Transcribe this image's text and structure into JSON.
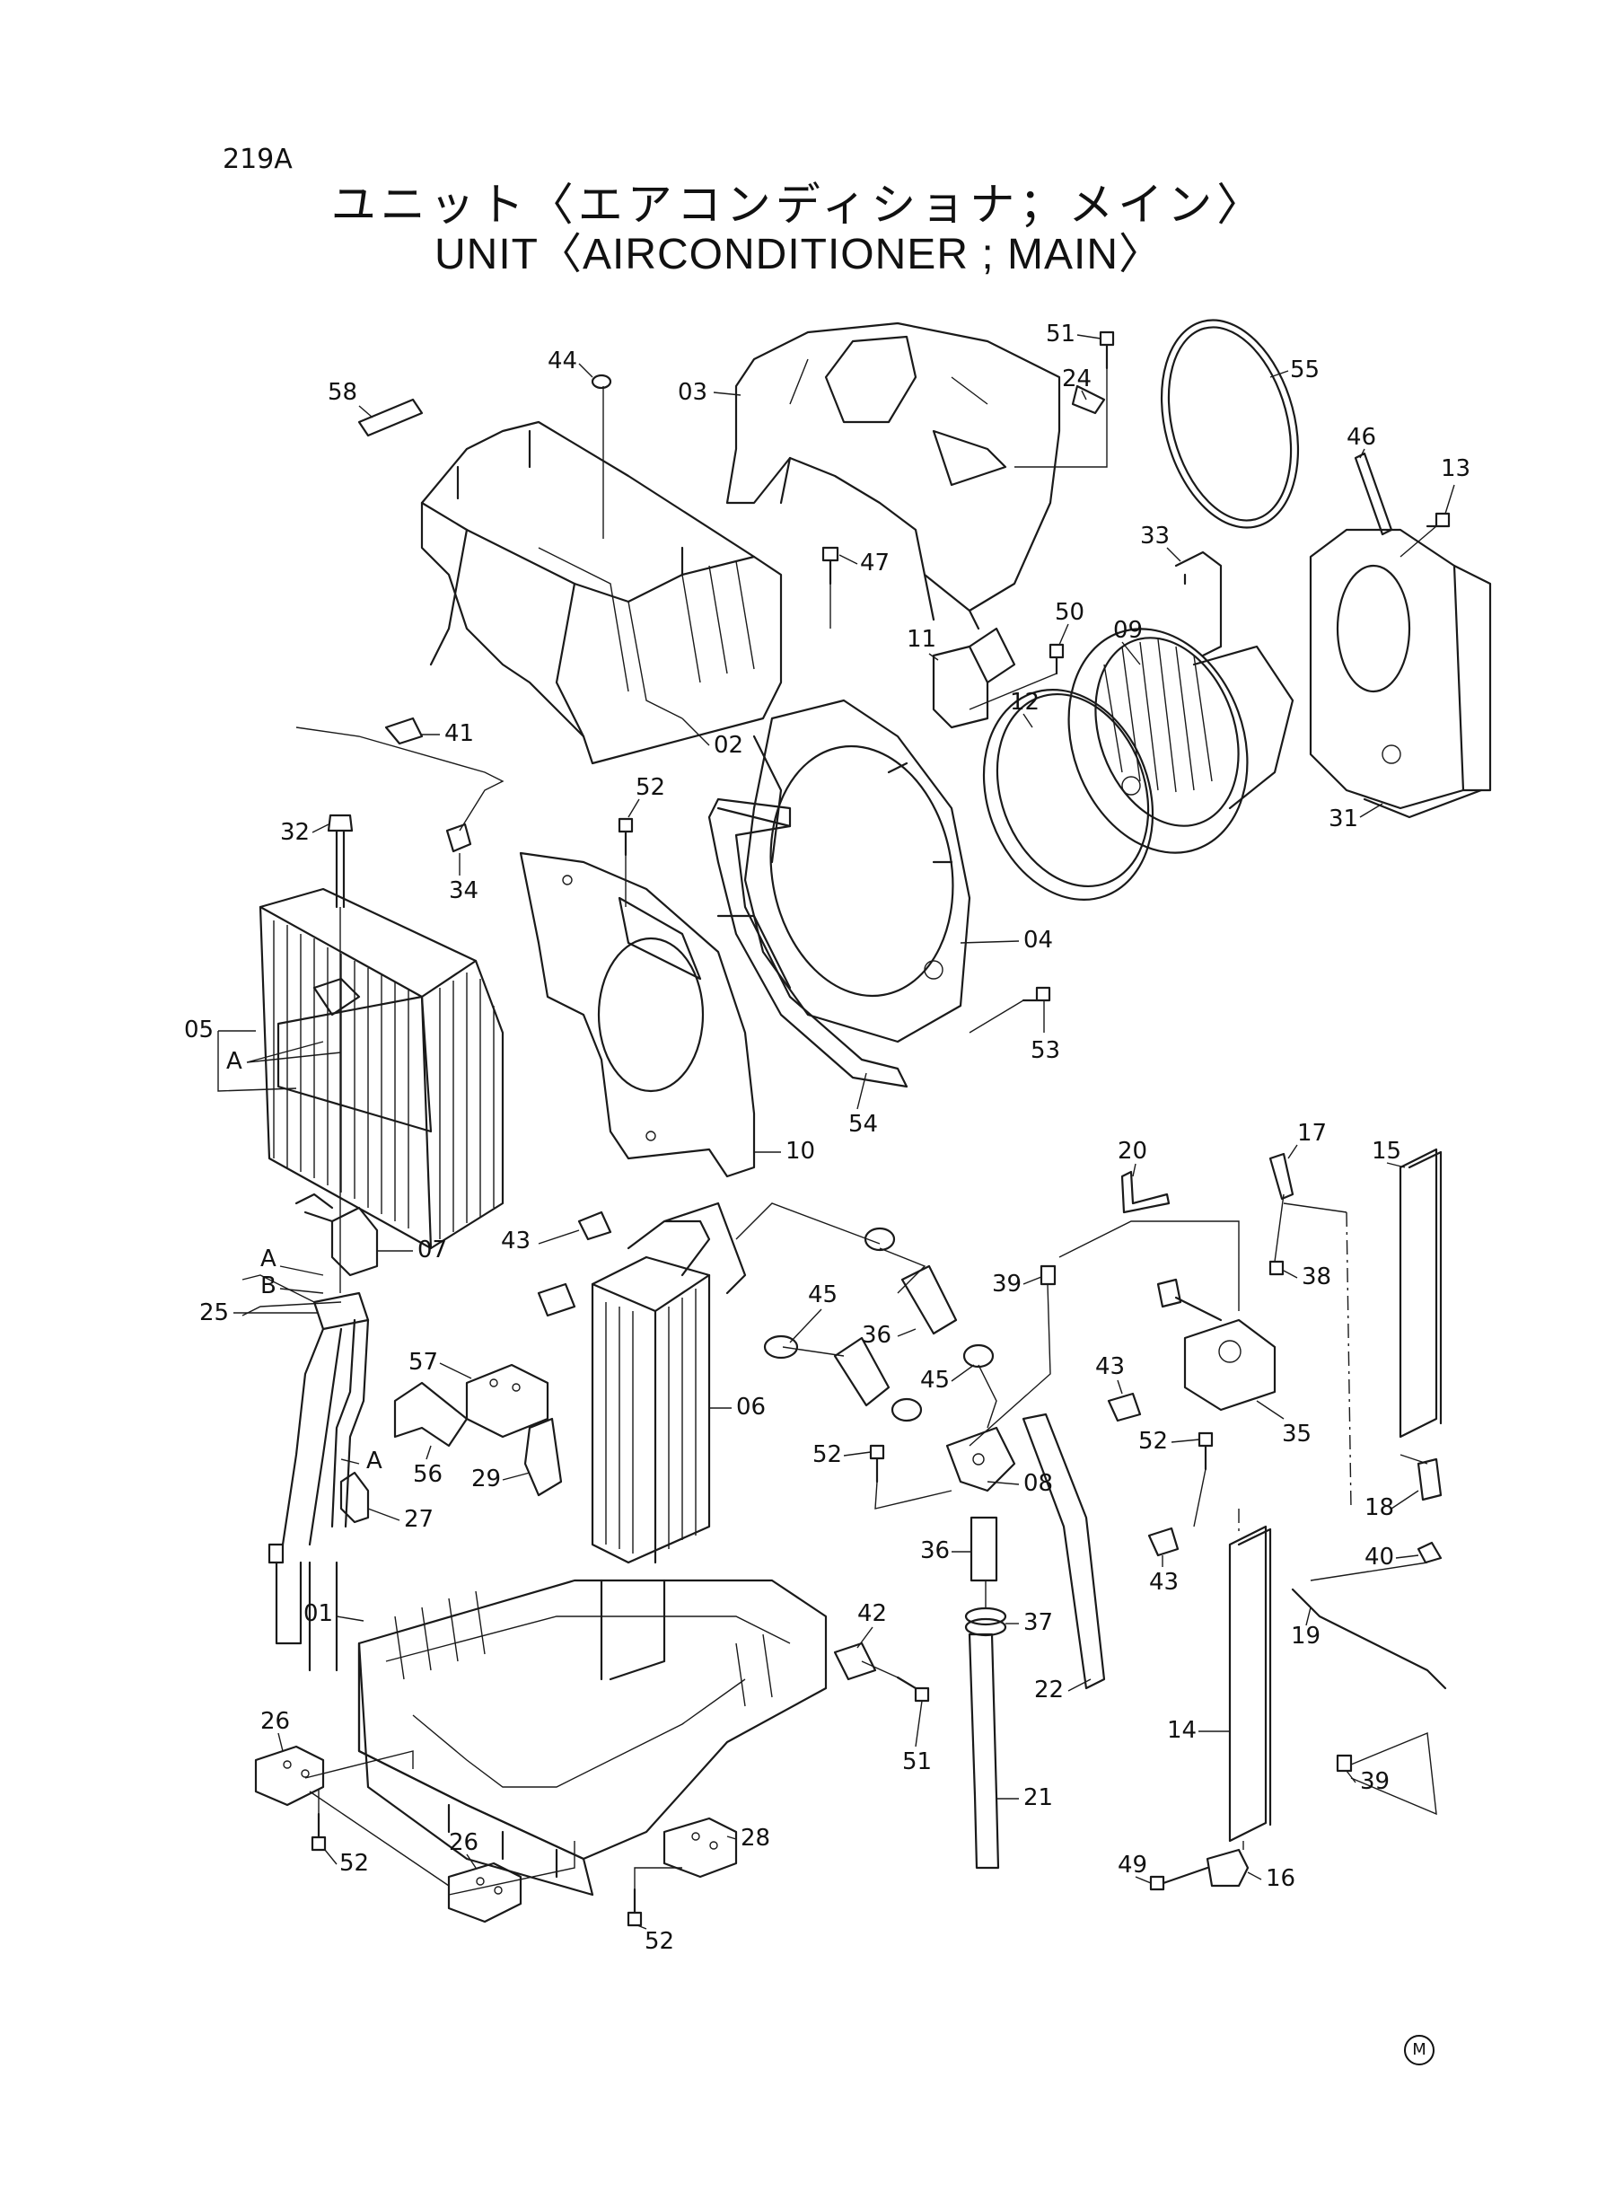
{
  "page_code": "219A",
  "title_jp": "ユニット〈エアコンディショナ；メイン〉",
  "title_en": "UNIT〈AIRCONDITIONER ; MAIN〉",
  "mark": "M",
  "labels": {
    "p01": "01",
    "p02": "02",
    "p03": "03",
    "p04": "04",
    "p05": "05",
    "p06": "06",
    "p07": "07",
    "p08": "08",
    "p09": "09",
    "p10": "10",
    "p11": "11",
    "p12": "12",
    "p13": "13",
    "p14": "14",
    "p15": "15",
    "p16": "16",
    "p17": "17",
    "p18": "18",
    "p19": "19",
    "p20": "20",
    "p21": "21",
    "p22": "22",
    "p24": "24",
    "p25": "25",
    "p26a": "26",
    "p26b": "26",
    "p27": "27",
    "p28": "28",
    "p29": "29",
    "p31": "31",
    "p32": "32",
    "p33": "33",
    "p34": "34",
    "p35": "35",
    "p36a": "36",
    "p36b": "36",
    "p37": "37",
    "p38": "38",
    "p39a": "39",
    "p39b": "39",
    "p40": "40",
    "p41": "41",
    "p42": "42",
    "p43a": "43",
    "p43b": "43",
    "p43c": "43",
    "p44": "44",
    "p45a": "45",
    "p45b": "45",
    "p46": "46",
    "p47": "47",
    "p49": "49",
    "p50": "50",
    "p51a": "51",
    "p51b": "51",
    "p52a": "52",
    "p52b": "52",
    "p52c": "52",
    "p52d": "52",
    "p52e": "52",
    "p53": "53",
    "p54": "54",
    "p55": "55",
    "p56": "56",
    "p57": "57",
    "p58": "58",
    "refA1": "A",
    "refA2": "A",
    "refB": "B",
    "refA3": "A"
  }
}
